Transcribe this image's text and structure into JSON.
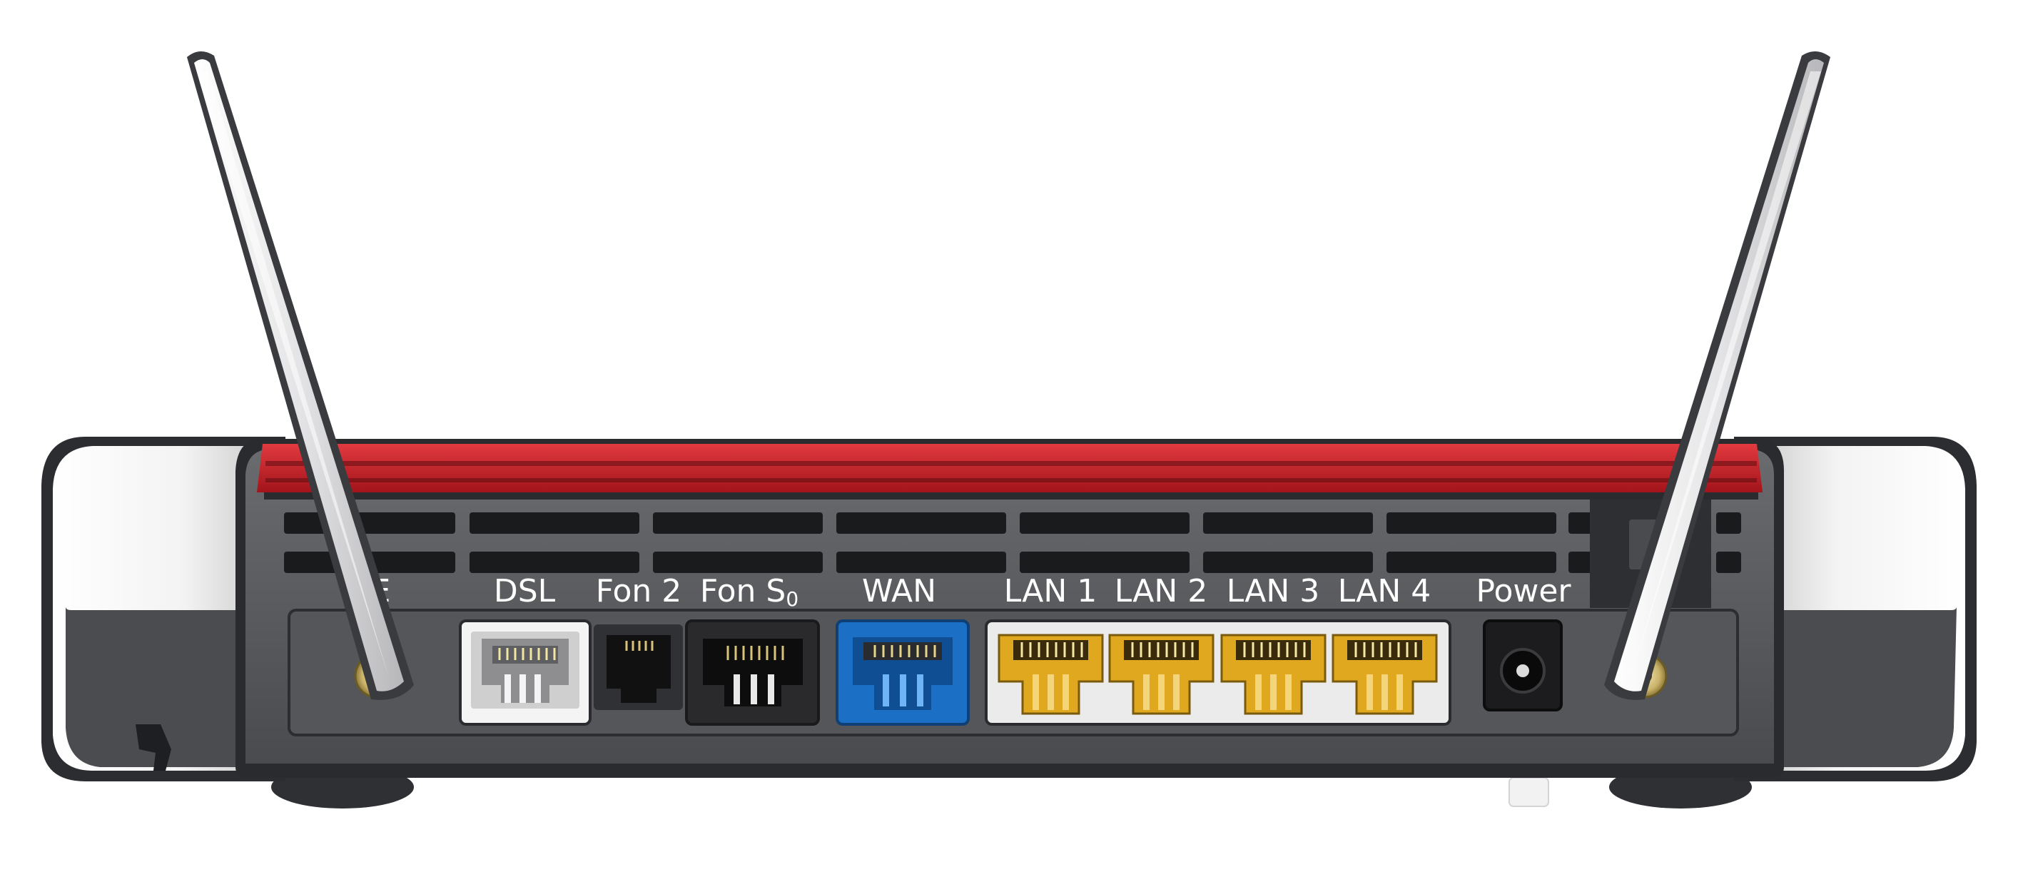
{
  "labels": {
    "lte": "TE",
    "dsl": "DSL",
    "fon2": "Fon 2",
    "fons0_main": "Fon S",
    "fons0_sub": "0",
    "wan": "WAN",
    "lan1": "LAN 1",
    "lan2": "LAN 2",
    "lan3": "LAN 3",
    "lan4": "LAN 4",
    "power": "Power"
  },
  "colors": {
    "body": "#5b5c5f",
    "body_dark": "#3b3c3f",
    "red_stripe": "#c8202a",
    "end_cap": "#ffffff",
    "antenna": "#e8e8ea",
    "dsl_port": "#e6e6e6",
    "fon_port": "#1e1e1e",
    "wan_port": "#1b6fc4",
    "lan_frame": "#e9e9e9",
    "lan_jack": "#e0a81e",
    "connector_gold": "#d7c27a"
  },
  "icons": {
    "antenna_connector": "coax-gold-icon",
    "power_jack": "dc-barrel-icon"
  }
}
